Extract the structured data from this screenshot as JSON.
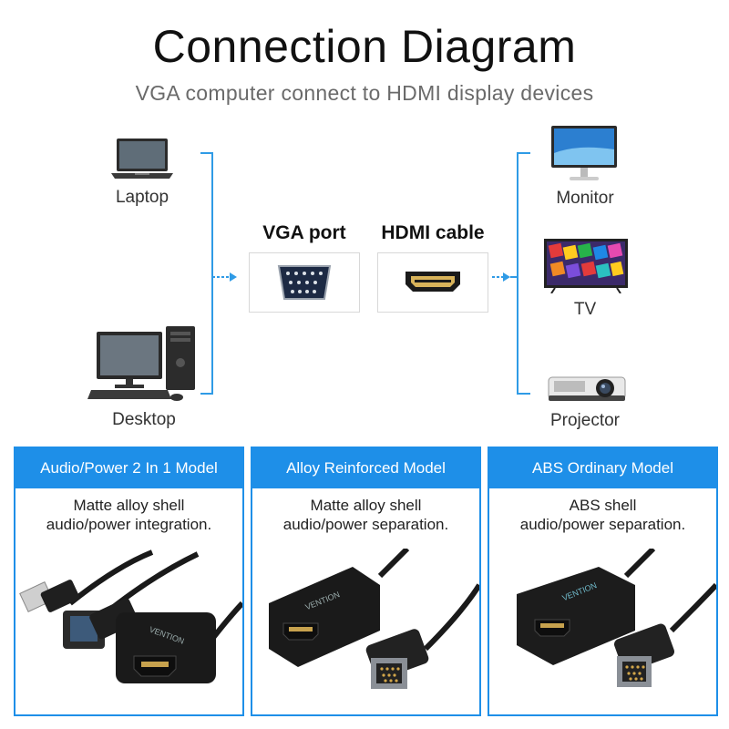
{
  "header": {
    "title": "Connection Diagram",
    "subtitle": "VGA computer connect to HDMI display devices"
  },
  "sources": [
    {
      "label": "Laptop"
    },
    {
      "label": "Desktop"
    }
  ],
  "ports": {
    "vga_label": "VGA port",
    "hdmi_label": "HDMI cable"
  },
  "displays": [
    {
      "label": "Monitor"
    },
    {
      "label": "TV"
    },
    {
      "label": "Projector"
    }
  ],
  "models": [
    {
      "title": "Audio/Power 2 In 1 Model",
      "desc_line1": "Matte  alloy shell",
      "desc_line2": "audio/power integration.",
      "brand": "VENTION"
    },
    {
      "title": "Alloy Reinforced Model",
      "desc_line1": "Matte alloy shell",
      "desc_line2": "audio/power separation.",
      "brand": "VENTION"
    },
    {
      "title": "ABS Ordinary Model",
      "desc_line1": "ABS shell",
      "desc_line2": "audio/power separation.",
      "brand": "VENTION"
    }
  ],
  "colors": {
    "accent": "#1e8fe8",
    "connector": "#2f9be6"
  }
}
